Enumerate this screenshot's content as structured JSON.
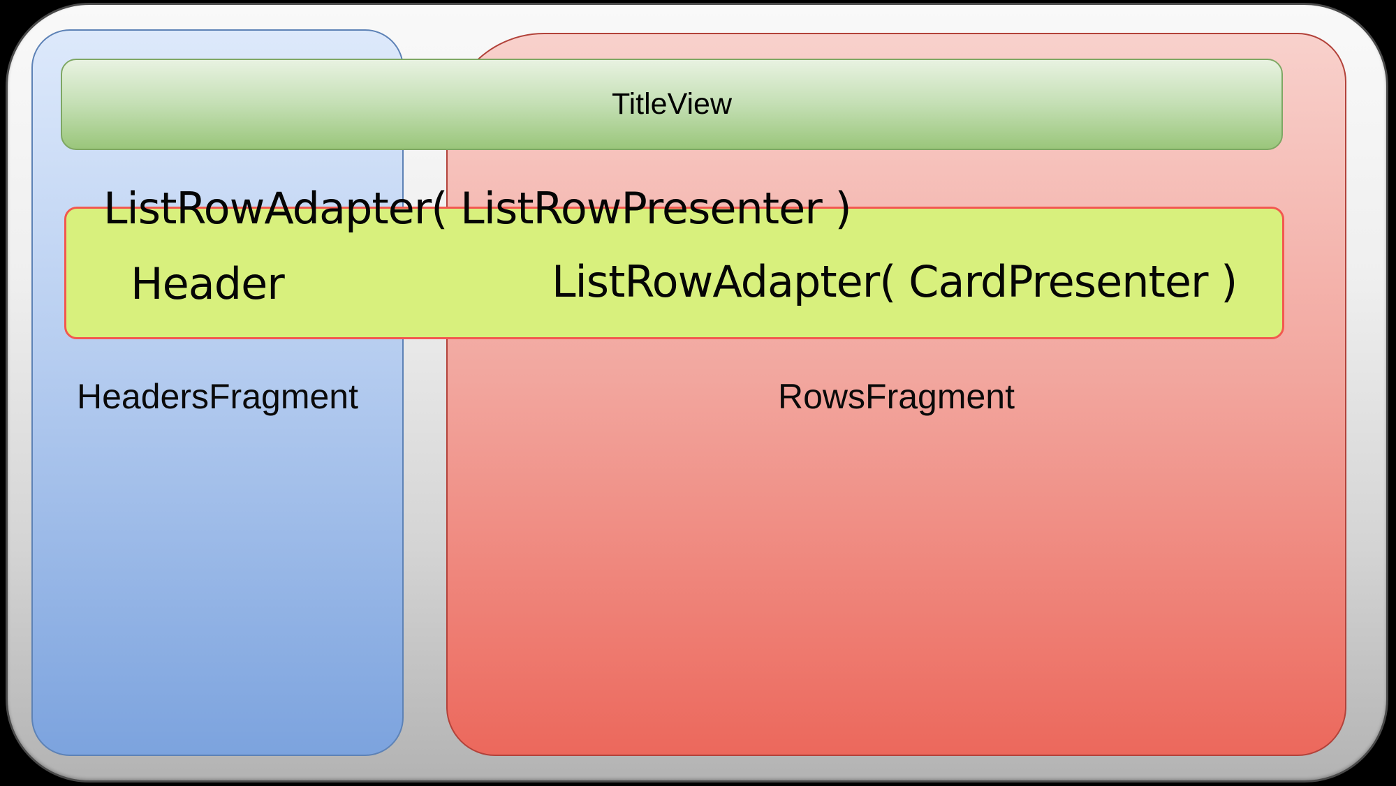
{
  "diagram": {
    "title_view": {
      "label": "TitleView"
    },
    "headers_fragment": {
      "label": "HeadersFragment"
    },
    "rows_fragment": {
      "label": "RowsFragment"
    },
    "adapter_texts": {
      "list_row_presenter": "ListRowAdapter( ListRowPresenter )",
      "header": "Header",
      "card_presenter": "ListRowAdapter( CardPresenter )"
    },
    "colors": {
      "background": "#000000",
      "frame_fill_top": "#f9f9f9",
      "frame_fill_bottom": "#b3b3b3",
      "frame_border": "#4a4a4a",
      "headers_box_fill_top": "#dde9fb",
      "headers_box_fill_bottom": "#7ca3de",
      "headers_box_border": "#5d82b6",
      "rows_box_fill_top": "#f8d1cc",
      "rows_box_fill_bottom": "#ec685c",
      "rows_box_border": "#b2423a",
      "title_bar_fill_top": "#e8f2e1",
      "title_bar_fill_bottom": "#9ac67b",
      "title_bar_border": "#7ea763",
      "adapter_bar_fill": "#d8f07d",
      "adapter_bar_border": "#f2584f",
      "text": "#000000"
    }
  }
}
